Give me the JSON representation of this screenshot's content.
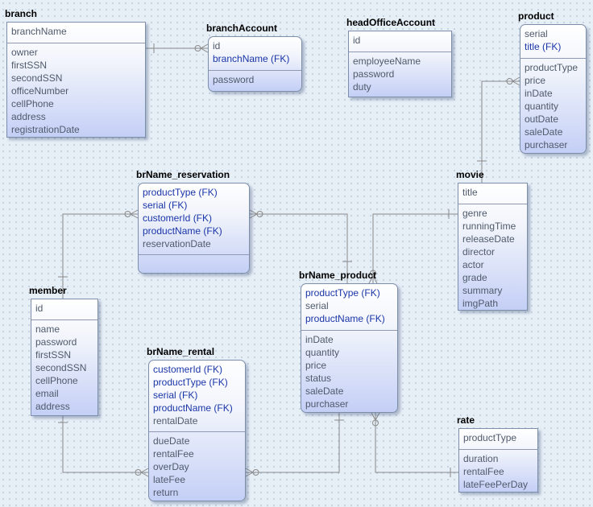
{
  "entities": {
    "branch": {
      "title": "branch",
      "keys": [
        "branchName"
      ],
      "attributes": [
        "owner",
        "firstSSN",
        "secondSSN",
        "officeNumber",
        "cellPhone",
        "address",
        "registrationDate"
      ]
    },
    "branchAccount": {
      "title": "branchAccount",
      "keys": [
        "id",
        "branchName (FK)"
      ],
      "attributes": [
        "password"
      ]
    },
    "headOfficeAccount": {
      "title": "headOfficeAccount",
      "keys": [
        "id"
      ],
      "attributes": [
        "employeeName",
        "password",
        "duty"
      ]
    },
    "product": {
      "title": "product",
      "keys": [
        "serial",
        "title (FK)"
      ],
      "attributes": [
        "productType",
        "price",
        "inDate",
        "quantity",
        "outDate",
        "saleDate",
        "purchaser"
      ]
    },
    "movie": {
      "title": "movie",
      "keys": [
        "title"
      ],
      "attributes": [
        "genre",
        "runningTime",
        "releaseDate",
        "director",
        "actor",
        "grade",
        "summary",
        "imgPath"
      ]
    },
    "brName_reservation": {
      "title": "brName_reservation",
      "keys": [
        "productType (FK)",
        "serial (FK)",
        "customerId (FK)",
        "productName (FK)",
        "reservationDate"
      ],
      "attributes": []
    },
    "member": {
      "title": "member",
      "keys": [
        "id"
      ],
      "attributes": [
        "name",
        "password",
        "firstSSN",
        "secondSSN",
        "cellPhone",
        "email",
        "address"
      ]
    },
    "brName_product": {
      "title": "brName_product",
      "keys": [
        "productType (FK)",
        "serial",
        "productName (FK)"
      ],
      "attributes": [
        "inDate",
        "quantity",
        "price",
        "status",
        "saleDate",
        "purchaser"
      ]
    },
    "brName_rental": {
      "title": "brName_rental",
      "keys": [
        "customerId (FK)",
        "productType (FK)",
        "serial (FK)",
        "productName (FK)",
        "rentalDate"
      ],
      "attributes": [
        "dueDate",
        "rentalFee",
        "overDay",
        "lateFee",
        "return"
      ]
    },
    "rate": {
      "title": "rate",
      "keys": [
        "productType"
      ],
      "attributes": [
        "duration",
        "rentalFee",
        "lateFeePerDay"
      ]
    }
  },
  "colors": {
    "line": "#8a8a8a",
    "fk_text": "#1a35a8",
    "attr_text": "#4f5a6b",
    "border": "#7d8eaa"
  }
}
